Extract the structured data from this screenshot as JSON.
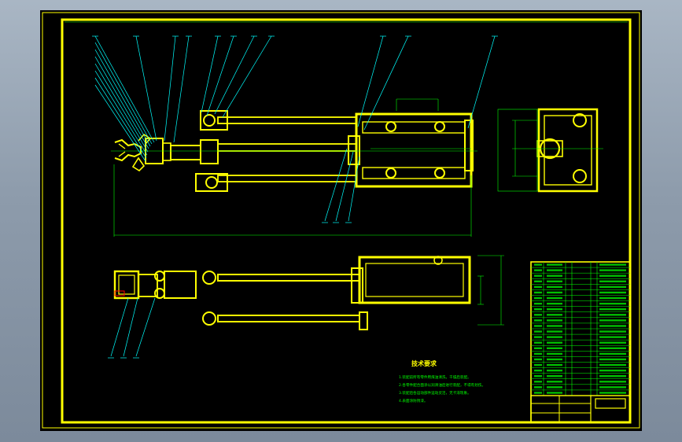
{
  "viewer": {
    "background_top": "#a9b6c4",
    "background_bottom": "#7c8a9b"
  },
  "drawing": {
    "sheet_color": "#000000",
    "frame_color": "#ffff00",
    "leader_color": "#00ffff",
    "text_color": "#00ff00",
    "accent_color": "#ff0000",
    "views": [
      "front-view",
      "end-view",
      "bottom-view"
    ]
  },
  "technical_requirements": {
    "title": "技术要求",
    "lines": [
      "1.装配前所有零件用煤油清洗，干燥后装配。",
      "2.各零件配合面涂以润滑油后进行装配，不得有划伤。",
      "3.装配后各运动部件运动灵活，无卡滞现象。",
      "4.表面涂防锈漆。"
    ]
  },
  "parts_list": {
    "row_count": 24,
    "note": "part numbers and names not legible at this resolution"
  }
}
